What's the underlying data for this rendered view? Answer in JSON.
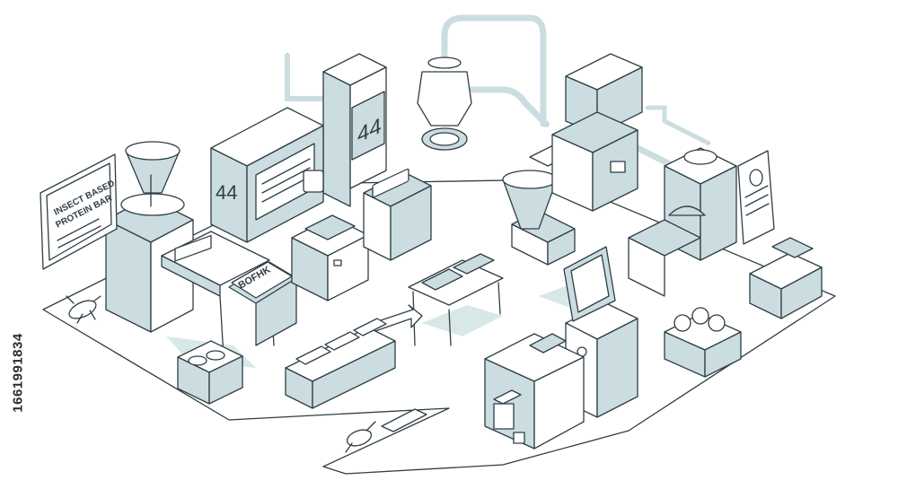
{
  "illustration": {
    "style": "isometric line art",
    "colors": {
      "line": "#2f3e46",
      "fill": "#cbdde0",
      "fill_dark": "#a9c3c8",
      "shadow": "#d8e8e6",
      "white": "#ffffff"
    }
  },
  "sign_left": {
    "line1": "INSECT BASED",
    "line2": "PROTEIN BAR"
  },
  "machine_badges": {
    "left": "44",
    "right": "44"
  },
  "packaging_label": "BOFHK",
  "stock_id": "1661991834",
  "icons": [
    "cricket-icon",
    "beetle-icon",
    "bug-poster-icon"
  ]
}
